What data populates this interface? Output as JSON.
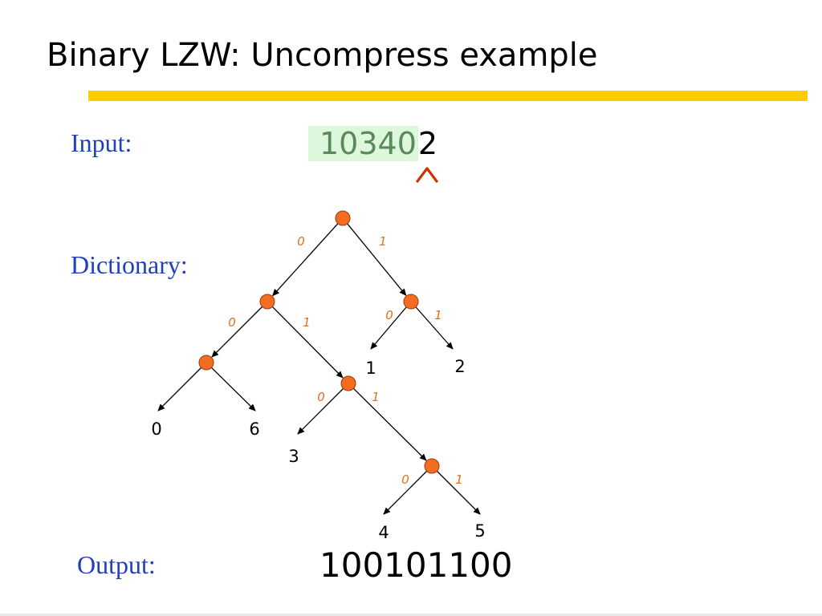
{
  "slide": {
    "title": "Binary LZW: Uncompress example",
    "input_label": "Input:",
    "dictionary_label": "Dictionary:",
    "output_label": "Output:",
    "input_processed": "10340",
    "input_current": "2",
    "output_value": "100101100"
  },
  "colors": {
    "accent_bar": "#ffcc00",
    "label_blue": "#1f3fbf",
    "node_fill": "#f26c22",
    "edge_label": "#e07020",
    "processed_text": "#5a8a5a",
    "processed_bg": "#dcf7dc",
    "caret": "#cc3300"
  },
  "icons": {
    "caret": "caret-up-icon"
  },
  "tree": {
    "nodes": [
      {
        "id": "root"
      },
      {
        "id": "n0"
      },
      {
        "id": "n1"
      },
      {
        "id": "n00"
      },
      {
        "id": "n01"
      },
      {
        "id": "n010"
      },
      {
        "id": "n0101"
      }
    ],
    "edges": [
      {
        "from": "root",
        "to": "n0",
        "bit": "0"
      },
      {
        "from": "root",
        "to": "n1",
        "bit": "1"
      },
      {
        "from": "n0",
        "to": "n00",
        "bit": "0"
      },
      {
        "from": "n0",
        "to": "n01",
        "bit": "1"
      },
      {
        "from": "n1",
        "to": "leaf-1",
        "bit": "0"
      },
      {
        "from": "n1",
        "to": "leaf-2",
        "bit": "1"
      },
      {
        "from": "n00",
        "to": "leaf-0"
      },
      {
        "from": "n00",
        "to": "leaf-6"
      },
      {
        "from": "n01",
        "to": "leaf-3",
        "bit": "0"
      },
      {
        "from": "n01",
        "to": "n0101",
        "bit": "1"
      },
      {
        "from": "n0101",
        "to": "leaf-4",
        "bit": "0"
      },
      {
        "from": "n0101",
        "to": "leaf-5",
        "bit": "1"
      }
    ],
    "leaves": [
      {
        "id": "leaf-0",
        "code": "0"
      },
      {
        "id": "leaf-6",
        "code": "6"
      },
      {
        "id": "leaf-1",
        "code": "1"
      },
      {
        "id": "leaf-2",
        "code": "2"
      },
      {
        "id": "leaf-3",
        "code": "3"
      },
      {
        "id": "leaf-4",
        "code": "4"
      },
      {
        "id": "leaf-5",
        "code": "5"
      }
    ]
  }
}
